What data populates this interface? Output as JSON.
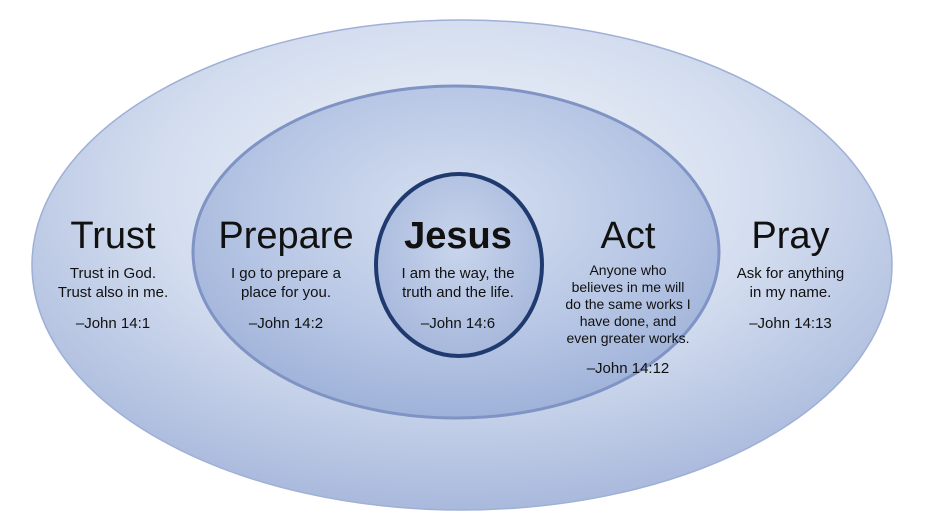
{
  "colors": {
    "outer_fill_light": "#f3f6fb",
    "outer_fill_dark": "#a9b9dc",
    "middle_fill_light": "#c4d1e9",
    "middle_fill_dark": "#9fb2d9",
    "outline": "#7f93c4",
    "center_ring": "#1f3a6e",
    "text": "#111111"
  },
  "sections": {
    "trust": {
      "title": "Trust",
      "lines": [
        "Trust in God.",
        "Trust also in me."
      ],
      "reference": "–John 14:1"
    },
    "prepare": {
      "title": "Prepare",
      "lines": [
        "I go to prepare a",
        "place for you."
      ],
      "reference": "–John 14:2"
    },
    "jesus": {
      "title": "Jesus",
      "lines": [
        "I am the way, the",
        "truth and the life."
      ],
      "reference": "–John 14:6"
    },
    "act": {
      "title": "Act",
      "lines": [
        "Anyone who",
        "believes in me will",
        "do the same works I",
        "have done, and",
        "even greater works."
      ],
      "reference": "–John 14:12"
    },
    "pray": {
      "title": "Pray",
      "lines": [
        "Ask for anything",
        "in my name."
      ],
      "reference": "–John 14:13"
    }
  }
}
